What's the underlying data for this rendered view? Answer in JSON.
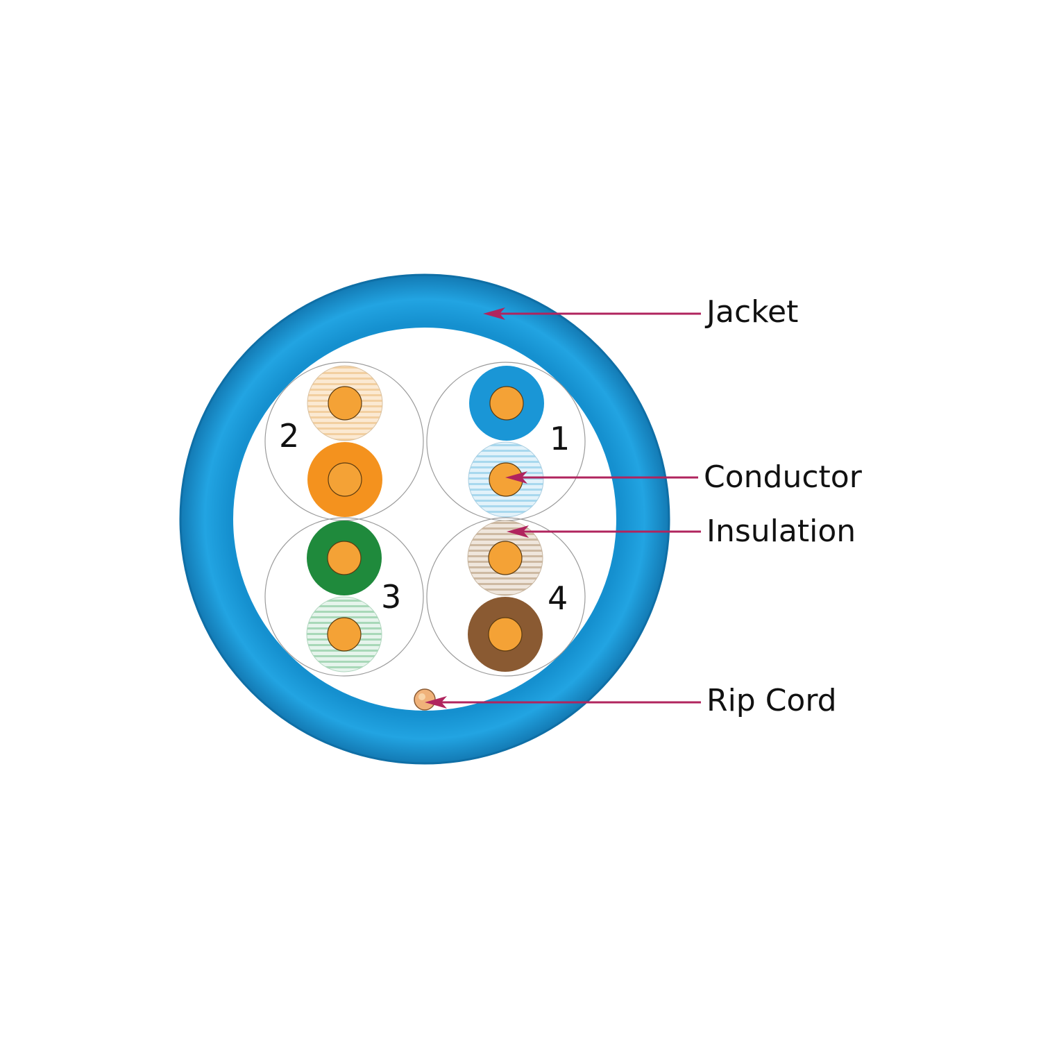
{
  "diagram": {
    "labels": {
      "jacket": "Jacket",
      "conductor": "Conductor",
      "insulation": "Insulation",
      "rip_cord": "Rip Cord"
    },
    "pair_numbers": [
      "1",
      "2",
      "3",
      "4"
    ]
  },
  "colors": {
    "jacket": "#1a9ad8",
    "jacket_edge": "#137bb5",
    "leader_line": "#b0245e",
    "conductor": "#f4a236",
    "pair_1_solid": "#1a96d6",
    "pair_1_stripe": "#a8d8ee",
    "pair_2_solid": "#f4921e",
    "pair_2_stripe": "#f7d8b0",
    "pair_3_solid": "#1f8a3c",
    "pair_3_stripe": "#b6e0c8",
    "pair_4_solid": "#8a5a32",
    "pair_4_stripe": "#d4c2ae"
  }
}
